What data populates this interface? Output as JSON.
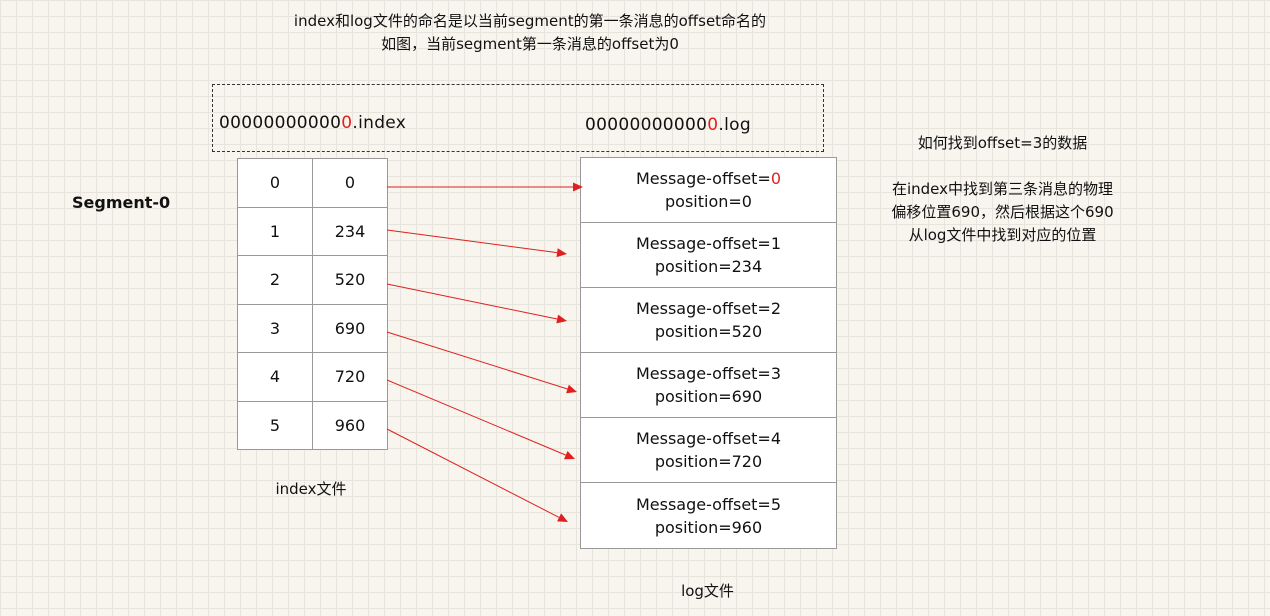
{
  "header": {
    "line1": "index和log文件的命名是以当前segment的第一条消息的offset命名的",
    "line2": "如图，当前segment第一条消息的offset为0"
  },
  "files": {
    "index_prefix": "00000000000",
    "index_digit": "0",
    "index_ext": ".index",
    "log_prefix": "00000000000",
    "log_digit": "0",
    "log_ext": ".log"
  },
  "segment_label": "Segment-0",
  "index_rows": [
    {
      "offset": "0",
      "position": "0"
    },
    {
      "offset": "1",
      "position": "234"
    },
    {
      "offset": "2",
      "position": "520"
    },
    {
      "offset": "3",
      "position": "690"
    },
    {
      "offset": "4",
      "position": "720"
    },
    {
      "offset": "5",
      "position": "960"
    }
  ],
  "index_caption": "index文件",
  "log_entries": [
    {
      "offset_label": "Message-offset=",
      "offset": "0",
      "position": "position=0"
    },
    {
      "offset_label": "Message-offset=",
      "offset": "1",
      "position": "position=234"
    },
    {
      "offset_label": "Message-offset=",
      "offset": "2",
      "position": "position=520"
    },
    {
      "offset_label": "Message-offset=",
      "offset": "3",
      "position": "position=690"
    },
    {
      "offset_label": "Message-offset=",
      "offset": "4",
      "position": "position=720"
    },
    {
      "offset_label": "Message-offset=",
      "offset": "5",
      "position": "position=960"
    }
  ],
  "log_caption": "log文件",
  "note": {
    "question": "如何找到offset=3的数据",
    "answer1": "在index中找到第三条消息的物理",
    "answer2": "偏移位置690，然后根据这个690",
    "answer3": "从log文件中找到对应的位置"
  },
  "colors": {
    "arrow": "#e02020",
    "highlight": "#e02020"
  }
}
